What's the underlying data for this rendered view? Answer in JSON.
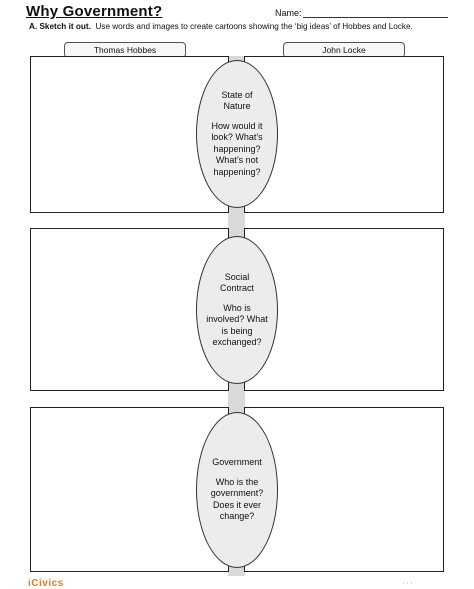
{
  "header": {
    "title": "Why Government?",
    "name_label": "Name:"
  },
  "instructions": {
    "label": "A. Sketch it out.",
    "text": "Use words and images to create cartoons showing  the ‘big ideas’ of Hobbes and Locke."
  },
  "columns": {
    "left": "Thomas Hobbes",
    "right": "John Locke"
  },
  "rows": [
    {
      "heading": "State of Nature",
      "question": "How would it look? What’s happening? What’s not happening?"
    },
    {
      "heading": "Social Contract",
      "question": "Who is involved? What is being exchanged?"
    },
    {
      "heading": "Government",
      "question": "Who is the government? Does it ever change?"
    }
  ],
  "footer": {
    "logo": "iCivics",
    "right_text": "· · ·"
  }
}
